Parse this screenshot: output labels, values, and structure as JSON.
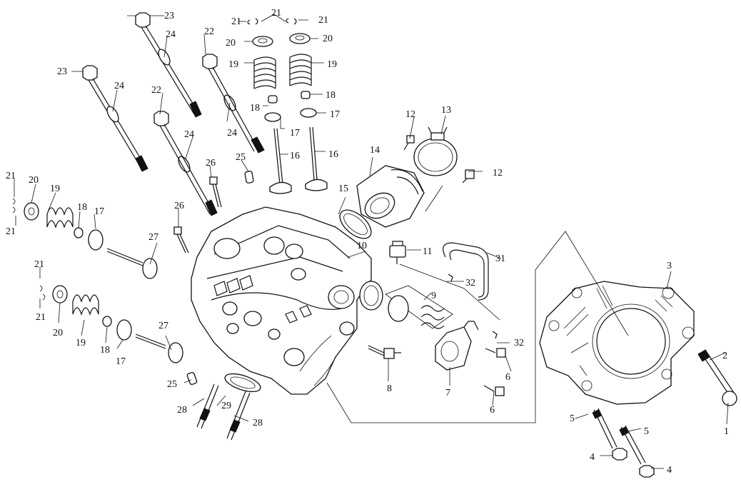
{
  "diagram": {
    "type": "exploded-parts-view",
    "callouts": [
      "1",
      "2",
      "3",
      "4",
      "5",
      "6",
      "7",
      "8",
      "9",
      "10",
      "11",
      "12",
      "13",
      "14",
      "15",
      "16",
      "17",
      "18",
      "19",
      "20",
      "21",
      "22",
      "23",
      "24",
      "25",
      "26",
      "27",
      "28",
      "29",
      "31",
      "32"
    ]
  }
}
